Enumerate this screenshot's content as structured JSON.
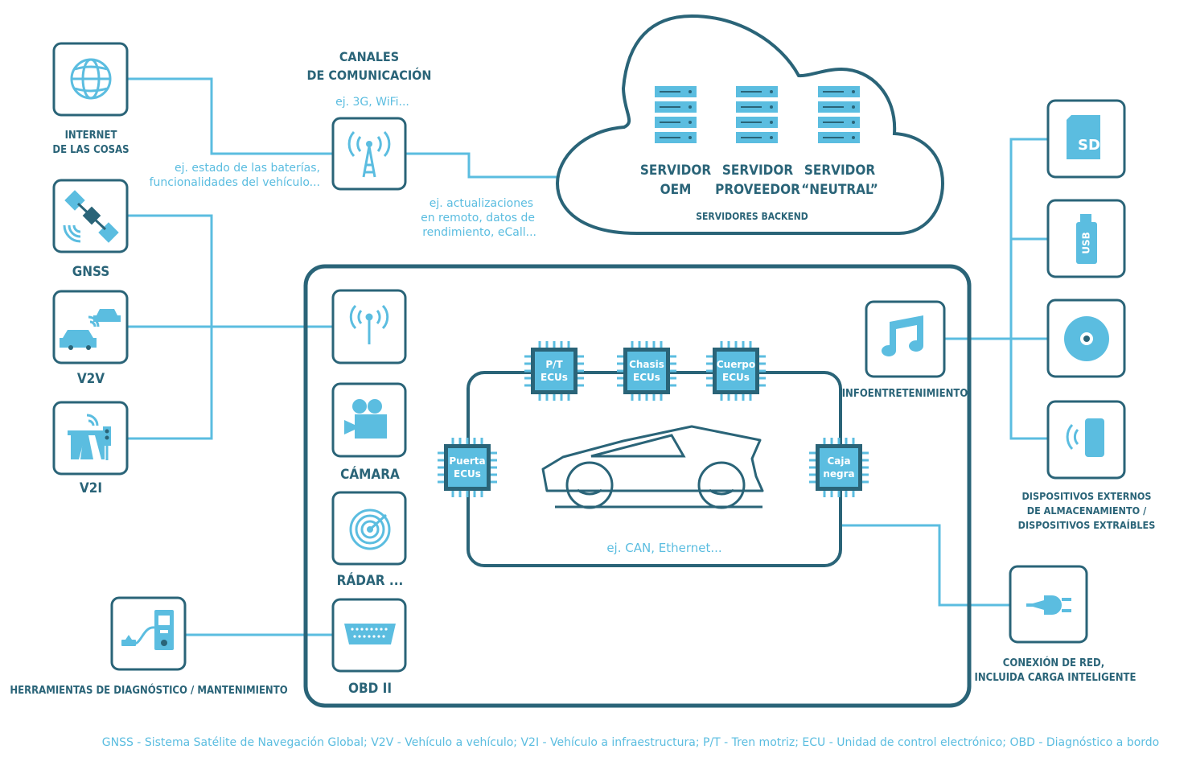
{
  "labels": {
    "channels_title_1": "CANALES",
    "channels_title_2": "DE COMUNICACIÓN",
    "channels_example": "ej. 3G, WiFi...",
    "iot_1": "Internet",
    "iot_2": "de las cosas",
    "iot_example_1": "ej. estado de las baterías,",
    "iot_example_2": "funcionalidades del vehículo...",
    "backend_example_1": "ej. actualizaciones",
    "backend_example_2": "en remoto, datos de",
    "backend_example_3": "rendimiento, eCall...",
    "gnss": "GNSS",
    "v2v": "V2V",
    "v2i": "V2I",
    "server_oem_1": "SERVIDOR",
    "server_oem_2": "OEM",
    "server_provider_1": "SERVIDOR",
    "server_provider_2": "PROVEEDOR",
    "server_neutral_1": "SERVIDOR",
    "server_neutral_2": "“NEUTRAL”",
    "servers_backend": "Servidores backend",
    "camera": "CÁMARA",
    "radar": "RÁDAR ...",
    "obd": "OBD II",
    "diag_tools": "Herramientas de diagnóstico / mantenimiento",
    "chip_pt_1": "P/T",
    "chip_pt_2": "ECUs",
    "chip_chassis_1": "Chasis",
    "chip_chassis_2": "ECUs",
    "chip_body_1": "Cuerpo",
    "chip_body_2": "ECUs",
    "chip_gateway_1": "Puerta",
    "chip_gateway_2": "ECUs",
    "chip_blackbox_1": "Caja",
    "chip_blackbox_2": "negra",
    "bus_example": "ej. CAN, Ethernet...",
    "infotainment": "Infoentretenimiento",
    "external_1": "Dispositivos externos",
    "external_2": "de almacenamiento /",
    "external_3": "dispositivos extraíbles",
    "sd": "SD",
    "usb": "USB",
    "grid_1": "Conexión de red,",
    "grid_2": "incluida carga inteligente",
    "footnote": "GNSS - Sistema Satélite de Navegación Global; V2V - Vehículo a vehículo; V2I - Vehículo a infraestructura; P/T - Tren motriz; ECU - Unidad de control electrónico; OBD - Diagnóstico a bordo"
  },
  "colors": {
    "dark": "#2a6478",
    "light": "#5bbde0"
  },
  "icons": [
    "globe-icon",
    "satellite-icon",
    "cars-icon",
    "traffic-light-icon",
    "antenna-tower-icon",
    "server-icon",
    "antenna-icon",
    "camera-icon",
    "radar-icon",
    "obd-connector-icon",
    "diagnostic-device-icon",
    "music-note-icon",
    "sd-card-icon",
    "usb-stick-icon",
    "disc-icon",
    "phone-icon",
    "plug-icon",
    "car-icon",
    "chip-icon"
  ]
}
